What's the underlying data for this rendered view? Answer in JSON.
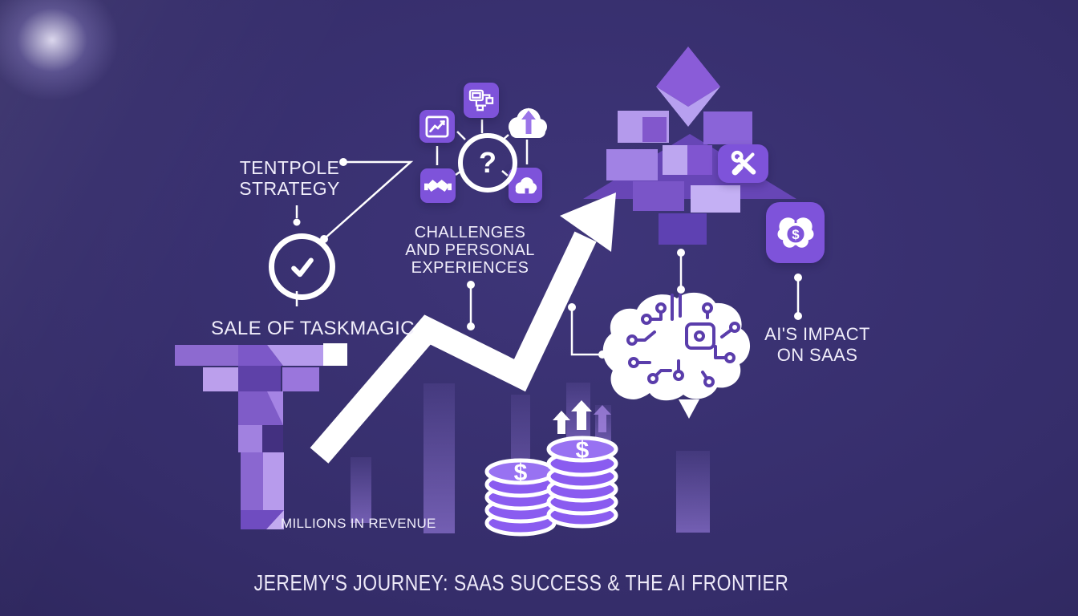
{
  "footer": {
    "title": "JEREMY'S JOURNEY: SAAS SUCCESS & THE AI FRONTIER"
  },
  "nodes": {
    "tentpole_strategy": {
      "lines": [
        "TENTPOLE",
        "STRATEGY"
      ]
    },
    "sale_of_taskmagic": {
      "label": "SALE OF TASKMAGIC"
    },
    "millions_in_revenue": {
      "label": "MILLIONS IN REVENUE"
    },
    "challenges": {
      "lines": [
        "CHALLENGES",
        "AND PERSONAL",
        "EXPERIENCES"
      ]
    },
    "ai_impact": {
      "lines": [
        "AI'S IMPACT",
        "ON SAAS"
      ]
    },
    "hub": {
      "question_mark": "?"
    },
    "coins": {
      "dollar_left": "$",
      "dollar_right": "$",
      "badge_dollar": "$"
    }
  },
  "icons": {
    "hub_center": "question-mark-icon",
    "hub_top": "workflow-icon",
    "hub_left": "line-chart-icon",
    "hub_top_right": "cloud-upload-icon",
    "hub_bottom_left": "handshake-icon",
    "hub_bottom_right": "cloud-icon",
    "milestone": "check-circle-icon",
    "tools": "wrench-screwdriver-icon",
    "ai_money": "brain-dollar-icon",
    "ai_brain": "circuit-brain-icon",
    "growth": "zigzag-arrow-icon",
    "money": "coin-stacks-icon"
  },
  "colors": {
    "background": "#342c66",
    "tile_purple": "#7e53da",
    "light_purple": "#b49bec",
    "coin_purple": "#8a5cf0",
    "circuit_purple": "#5a3dab",
    "text": "#f1eefb",
    "arrow_white": "#ffffff"
  }
}
